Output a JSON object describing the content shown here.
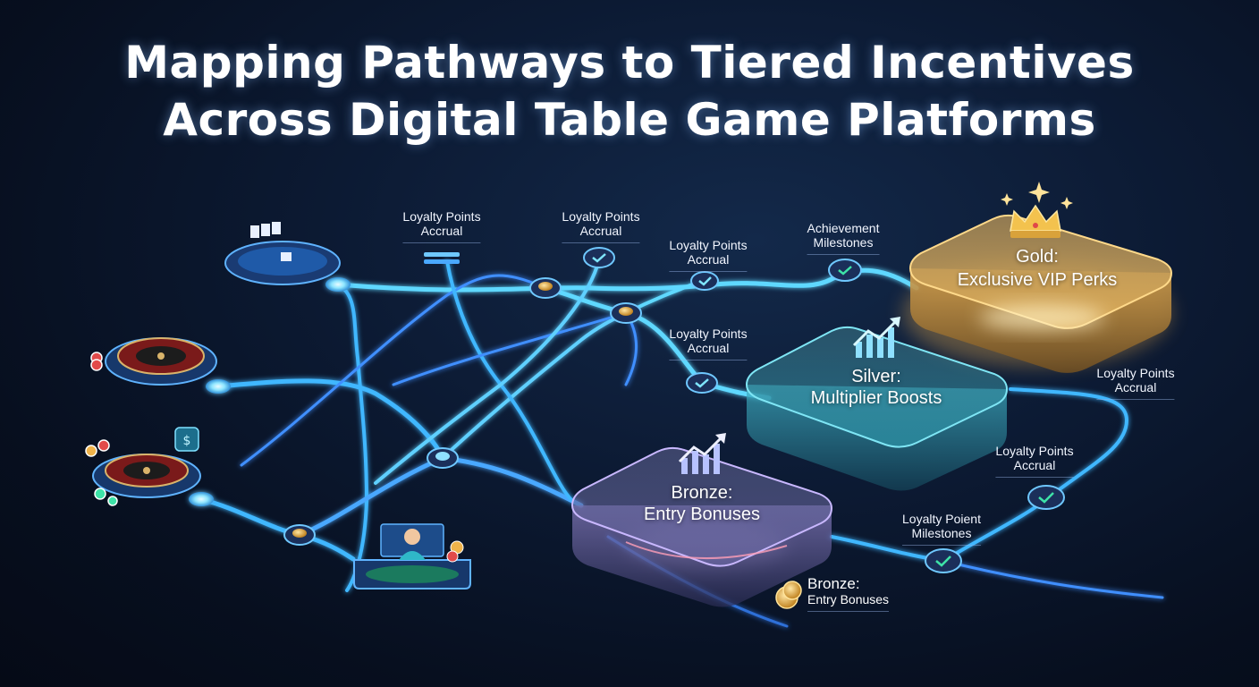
{
  "title": {
    "line1": "Mapping Pathways to Tiered Incentives",
    "line2": "Across Digital Table Game Platforms"
  },
  "labels": [
    {
      "line1": "Loyalty Points",
      "line2": "Accrual"
    },
    {
      "line1": "Loyalty Points",
      "line2": "Accrual"
    },
    {
      "line1": "Loyalty Points",
      "line2": "Accrual"
    },
    {
      "line1": "Achievement",
      "line2": "Milestones"
    },
    {
      "line1": "Loyalty Points",
      "line2": "Accrual"
    },
    {
      "line1": "Loyalty Points",
      "line2": "Accrual"
    },
    {
      "line1": "Loyalty Points",
      "line2": "Accrual"
    },
    {
      "line1": "Loyalty Poient",
      "line2": "Milestones"
    }
  ],
  "tiers": {
    "gold": {
      "line1": "Gold:",
      "line2": "Exclusive VIP Perks",
      "color": "#f2c46a"
    },
    "silver": {
      "line1": "Silver:",
      "line2": "Multiplier Boosts",
      "color": "#5fd3e6"
    },
    "bronze": {
      "line1": "Bronze:",
      "line2": "Entry Bonuses",
      "color": "#b9a6f0"
    }
  },
  "bronze_badge": {
    "line1": "Bronze:",
    "line2": "Entry Bonuses",
    "icon": "coin-icon"
  },
  "icons": [
    "poker-table-icon",
    "roulette-icon",
    "dealer-icon",
    "chip-icon",
    "check-icon",
    "crown-icon",
    "growth-arrow-icon",
    "sparkle-icon"
  ],
  "colors": {
    "path": "#3fb7ff",
    "path_glow": "#7fe0ff",
    "check": "#3ee3a8",
    "coin": "#f0b34a"
  }
}
